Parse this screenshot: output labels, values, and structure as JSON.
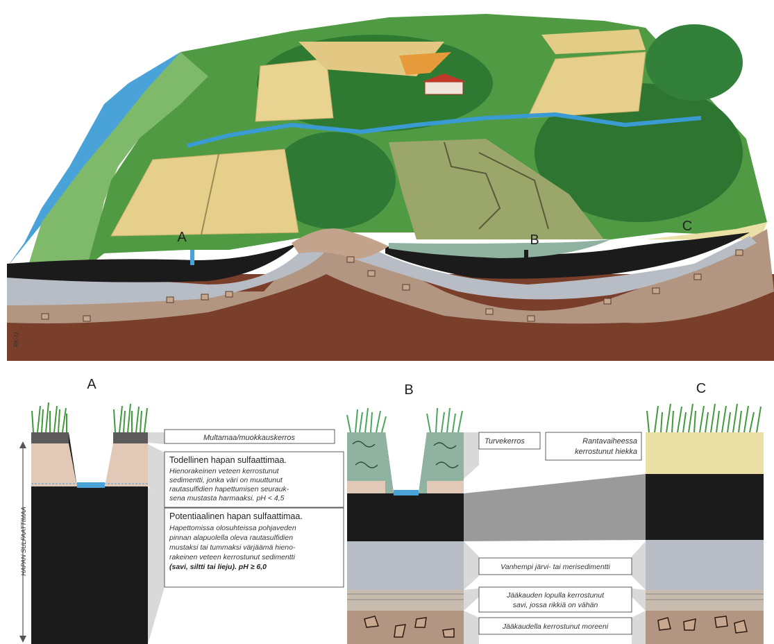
{
  "signature": "RK-11",
  "landscape": {
    "point_labels": [
      "A",
      "B",
      "C"
    ]
  },
  "sections": {
    "column_labels": [
      "A",
      "B",
      "C"
    ],
    "side_label": "HAPAN SULFAATTIMAA",
    "notes": {
      "topsoil": "Multamaa/muokkauskerros",
      "actual_title": "Todellinen hapan sulfaattimaa.",
      "actual_lines": [
        "Hienorakeinen veteen kerrostunut",
        "sedimentti, jonka väri on muuttunut",
        "rautasulfidien hapettumisen seurauk-",
        "sena mustasta harmaaksi. pH < 4,5"
      ],
      "potential_title": "Potentiaalinen hapan sulfaattimaa.",
      "potential_lines": [
        "Hapettomissa olosuhteissa pohjaveden",
        "pinnan alapuolella oleva rautasulfidien",
        "mustaksi tai tummaksi värjäämä hieno-",
        "rakeinen veteen kerrostunut sedimentti"
      ],
      "potential_last": "(savi, siltti tai lieju). pH ≥ 6,0",
      "peat": "Turvekerros",
      "sand_lines": [
        "Rantavaiheessa",
        "kerrostunut hiekka"
      ],
      "older_sediment": "Vanhempi järvi- tai merisedimentti",
      "glacial_clay_lines": [
        "Jääkauden lopulla kerrostunut",
        "savi, jossa rikkiä on vähän"
      ],
      "moraine": "Jääkaudella kerrostunut moreeni"
    }
  },
  "colors": {
    "black_layer": "#1b1b1b",
    "grey_layer": "#b8bcc4",
    "oxidized": "#e2c9b7",
    "peat": "#8fb3a0",
    "sand": "#eadfa5",
    "moraine": "#b39682",
    "bedrock": "#7a3f2b",
    "water": "#4aa3d8",
    "forest": "#3f8c3a",
    "field": "#e5cf8a"
  }
}
